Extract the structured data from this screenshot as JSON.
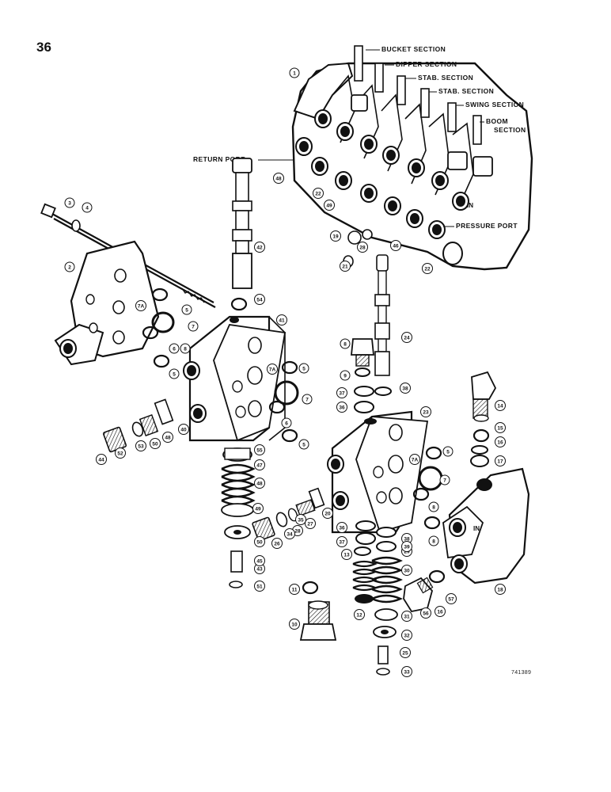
{
  "page": {
    "number": "36",
    "figure_code": "741389"
  },
  "section_labels": {
    "bucket": "BUCKET SECTION",
    "dipper": "DIPPER SECTION",
    "stab1": "STAB. SECTION",
    "stab2": "STAB. SECTION",
    "swing": "SWING SECTION",
    "boom_line1": "BOOM",
    "boom_line2": "SECTION",
    "return_port": "RETURN PORT",
    "pressure_port": "PRESSURE PORT"
  },
  "port_marks": {
    "in_main": "IN",
    "in_relief": "IN"
  },
  "callouts": {
    "c1": "1",
    "c2": "2",
    "c3": "3",
    "c4": "4",
    "c5a": "5",
    "c5b": "5",
    "c5c": "5",
    "c5d": "5",
    "c5e": "5",
    "c6a": "6",
    "c6b": "6",
    "c7a": "7",
    "c7b": "7",
    "c7c": "7",
    "c7Aa": "7A",
    "c7Ab": "7A",
    "c7Ac": "7A",
    "c8a": "8",
    "c8b": "8",
    "c8c": "8",
    "c8d": "8",
    "c9": "9",
    "c10": "10",
    "c11": "11",
    "c12": "12",
    "c13": "13",
    "c14": "14",
    "c15": "15",
    "c16a": "16",
    "c16b": "16",
    "c17": "17",
    "c18": "18",
    "c19": "19",
    "c20": "20",
    "c21": "21",
    "c22a": "22",
    "c22b": "22",
    "c23": "23",
    "c24": "24",
    "c25": "25",
    "c26": "26",
    "c27": "27",
    "c28a": "28",
    "c28b": "28",
    "c29": "29",
    "c30": "30",
    "c31": "31",
    "c32": "32",
    "c33": "33",
    "c34": "34",
    "c35": "35",
    "c36a": "36",
    "c36b": "36",
    "c37a": "37",
    "c37b": "37",
    "c38a": "38",
    "c38b": "38",
    "c39": "39",
    "c40": "40",
    "c41": "41",
    "c42": "42",
    "c43": "43",
    "c44": "44",
    "c45": "45",
    "c46": "46",
    "c47": "47",
    "c48a": "48",
    "c48b": "48",
    "c48c": "48",
    "c49a": "49",
    "c49b": "49",
    "c50a": "50",
    "c50b": "50",
    "c51": "51",
    "c52": "52",
    "c53": "53",
    "c54": "54",
    "c55": "55",
    "c56": "56",
    "c57": "57"
  },
  "colors": {
    "ink": "#111111",
    "paper": "#ffffff"
  }
}
